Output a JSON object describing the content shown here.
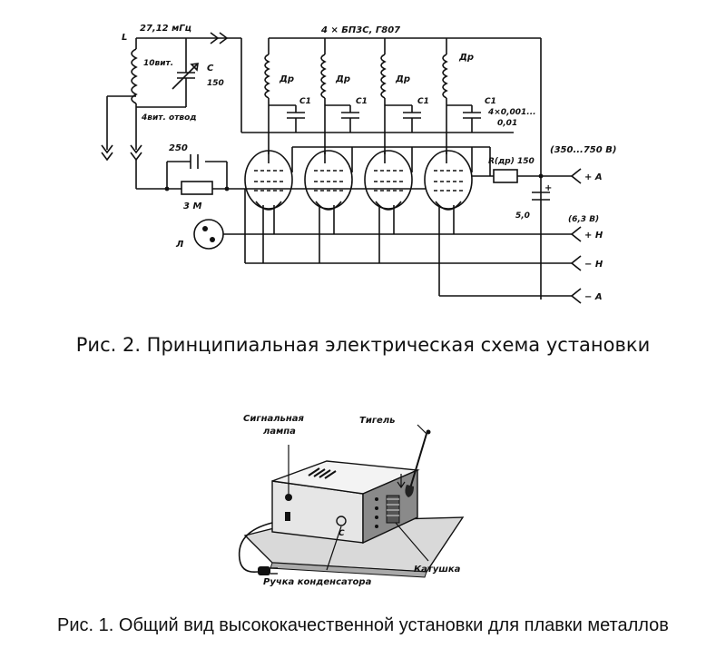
{
  "schematic": {
    "labels": {
      "inductor": "L",
      "frequency": "27,12 мГц",
      "turns_10": "10вит.",
      "cap_c": "C",
      "cap_c_value": "150",
      "tap": "4вит. отвод",
      "tubes": "4 × БП3С, Г807",
      "choke": "Др",
      "c1": "C1",
      "c1_value_a": "4×0,001...",
      "c1_value_b": "0,01",
      "grid_cap": "250",
      "grid_res": "3 М",
      "lamp": "Л",
      "r_dr": "R(др) 150",
      "voltage_a": "(350...750 В)",
      "voltage_h": "(6,3 В)",
      "cap_50": "5,0",
      "plus": "+"
    },
    "terminals": [
      "+ А",
      "+ Н",
      "− Н",
      "− А"
    ]
  },
  "assembly": {
    "labels": {
      "lamp": "Сигнальная лампа",
      "crucible": "Тигель",
      "knob": "Ручка конденсатора",
      "coil": "Катушка",
      "knob_letter": "С"
    }
  },
  "captions": {
    "fig2": "Рис. 2. Принципиальная электрическая схема установки",
    "fig1": "Рис. 1. Общий вид высококачественной установки для плавки металлов"
  }
}
